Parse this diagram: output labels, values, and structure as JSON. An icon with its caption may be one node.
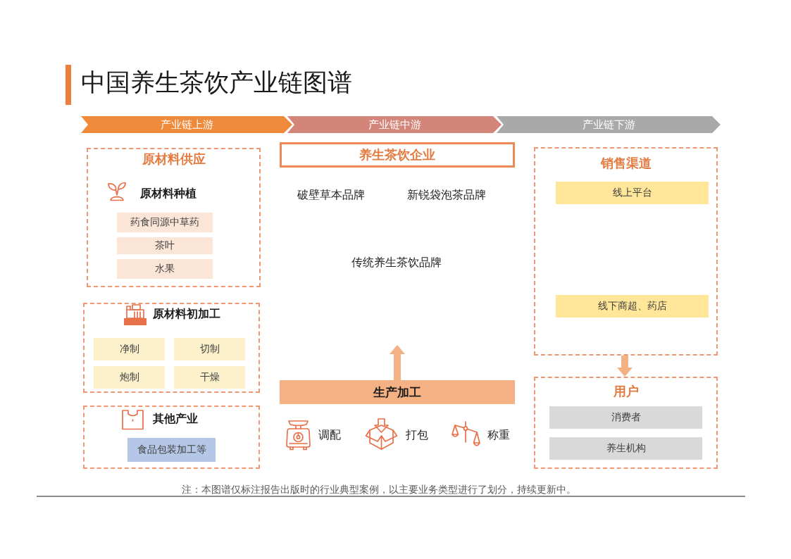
{
  "diagram": {
    "title": "中国养生茶饮产业链图谱",
    "nodes": [
      {
        "text": [
          "产业链上游"
        ]
      },
      {
        "text": [
          "产业链中游"
        ]
      },
      {
        "text": [
          "产业链下游"
        ]
      },
      {
        "text": [
          "原材料供应",
          "原材料种植"
        ]
      },
      {
        "text": [
          "药食同源中草药"
        ],
        "in": 3
      },
      {
        "text": [
          "茶叶"
        ],
        "in": 3
      },
      {
        "text": [
          "水果"
        ],
        "in": 3
      },
      {
        "text": [
          "原材料初加工"
        ]
      },
      {
        "text": [
          "净制"
        ],
        "in": 7
      },
      {
        "text": [
          "切制"
        ],
        "in": 7
      },
      {
        "text": [
          "炮制"
        ],
        "in": 7
      },
      {
        "text": [
          "干燥"
        ],
        "in": 7
      },
      {
        "text": [
          "其他产业"
        ]
      },
      {
        "text": [
          "食品包装加工等"
        ],
        "in": 12
      },
      {
        "text": [
          "养生茶饮企业"
        ]
      },
      {
        "text": [
          "生产加工"
        ]
      },
      {
        "text": [
          "销售渠道"
        ]
      },
      {
        "text": [
          "线上平台"
        ],
        "in": 16
      },
      {
        "text": [
          "线下商超、药店"
        ],
        "in": 16
      },
      {
        "text": [
          "用户"
        ]
      },
      {
        "text": [
          "消费者"
        ],
        "in": 19
      },
      {
        "text": [
          "养生机构"
        ],
        "in": 19
      }
    ],
    "edges": [
      {
        "from": 15,
        "to": null,
        "arrow": "to"
      },
      {
        "from": 16,
        "to": 19,
        "arrow": "to"
      }
    ],
    "labels": [
      "破壁草本品牌",
      "新锐袋泡茶品牌",
      "传统养生茶饮品牌",
      "调配",
      "打包",
      "称重",
      "注：本图谱仅标注报告出版时的行业典型案例，以主要业务类型进行了划分，持续更新中。"
    ]
  }
}
